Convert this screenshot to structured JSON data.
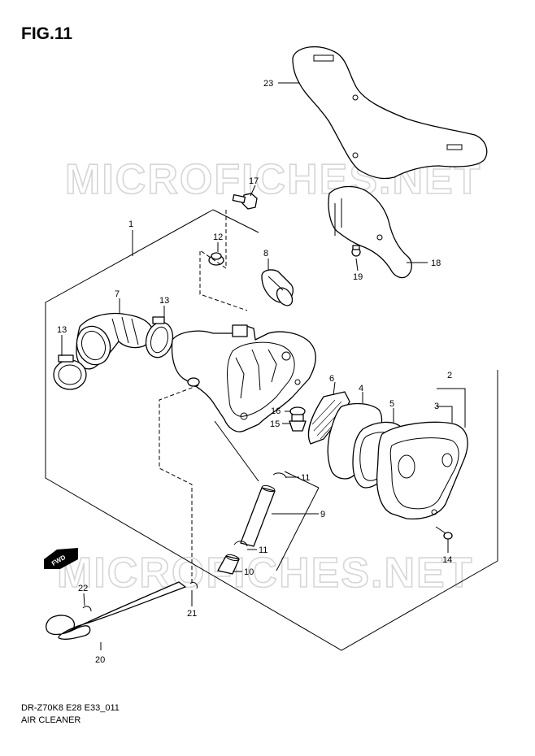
{
  "figure": {
    "title": "FIG.11",
    "code": "DR-Z70K8 E28 E33_011",
    "name": "AIR CLEANER"
  },
  "watermark": {
    "text": "MICROFICHES.NET"
  },
  "labels": {
    "l1": "1",
    "l2": "2",
    "l3": "3",
    "l4": "4",
    "l5": "5",
    "l6": "6",
    "l7": "7",
    "l8": "8",
    "l9": "9",
    "l10": "10",
    "l11a": "11",
    "l11b": "11",
    "l12": "12",
    "l13a": "13",
    "l13b": "13",
    "l14": "14",
    "l15": "15",
    "l16": "16",
    "l17": "17",
    "l18": "18",
    "l19": "19",
    "l20": "20",
    "l21": "21",
    "l22": "22",
    "l23": "23"
  },
  "arrow": {
    "text": "FWD"
  }
}
